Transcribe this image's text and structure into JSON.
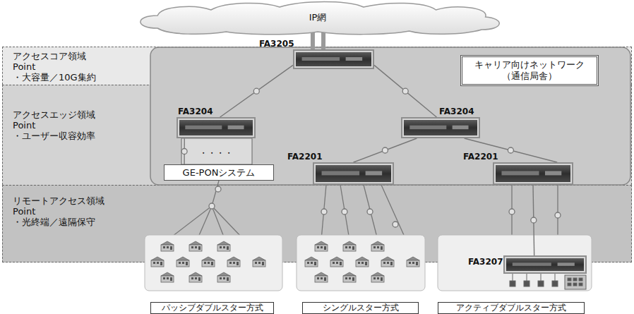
{
  "diagram": {
    "nodes": [
      {
        "text": [
          "IP網"
        ]
      },
      {
        "text": [
          "アクセスコア領域",
          "Point",
          "・大容量／10G集約"
        ]
      },
      {
        "text": [
          "アクセスエッジ領域",
          "Point",
          "・ユーザー収容効率"
        ]
      },
      {
        "text": [
          "リモートアクセス領域",
          "Point",
          "・光終端／遠隔保守"
        ]
      },
      {
        "text": [
          "キャリア向けネットワーク （通信局舎）"
        ]
      },
      {
        "text": [
          "FA3205"
        ]
      },
      {
        "text": [
          "FA3204"
        ]
      },
      {
        "text": [
          "FA3204"
        ]
      },
      {
        "text": [
          "GE-PONシステム"
        ]
      },
      {
        "text": [
          "FA2201"
        ]
      },
      {
        "text": [
          "FA2201"
        ]
      },
      {
        "text": [
          "FA3207"
        ]
      },
      {
        "text": [
          "パッシブダブルスター方式"
        ]
      },
      {
        "text": [
          "シングルスター方式"
        ]
      },
      {
        "text": [
          "アクティブダブルスター方式"
        ]
      }
    ],
    "edges": [
      {
        "from": 0,
        "to": 5,
        "arrow": "none"
      },
      {
        "from": 0,
        "to": 5,
        "arrow": "none"
      },
      {
        "from": 5,
        "to": 6,
        "arrow": "none"
      },
      {
        "from": 5,
        "to": 7,
        "arrow": "none"
      },
      {
        "from": 6,
        "to": 8,
        "arrow": "none"
      },
      {
        "from": 7,
        "to": 9,
        "arrow": "none"
      },
      {
        "from": 7,
        "to": 10,
        "arrow": "none"
      },
      {
        "from": 10,
        "to": 11,
        "arrow": "none"
      }
    ],
    "labels": [
      "・・・・"
    ]
  }
}
